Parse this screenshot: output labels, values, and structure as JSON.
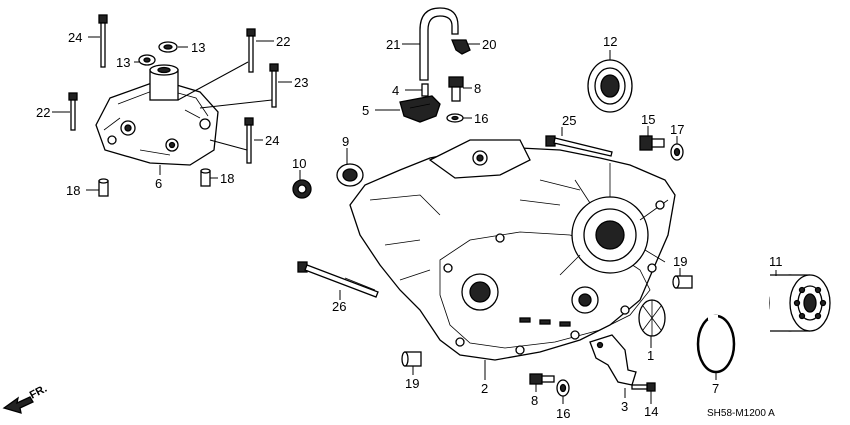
{
  "diagram": {
    "part_labels": [
      {
        "id": "p1",
        "text": "1"
      },
      {
        "id": "p2",
        "text": "2"
      },
      {
        "id": "p3",
        "text": "3"
      },
      {
        "id": "p4",
        "text": "4"
      },
      {
        "id": "p5",
        "text": "5"
      },
      {
        "id": "p6",
        "text": "6"
      },
      {
        "id": "p7",
        "text": "7"
      },
      {
        "id": "p8a",
        "text": "8"
      },
      {
        "id": "p8b",
        "text": "8"
      },
      {
        "id": "p9",
        "text": "9"
      },
      {
        "id": "p10",
        "text": "10"
      },
      {
        "id": "p11",
        "text": "11"
      },
      {
        "id": "p12",
        "text": "12"
      },
      {
        "id": "p13a",
        "text": "13"
      },
      {
        "id": "p13b",
        "text": "13"
      },
      {
        "id": "p14",
        "text": "14"
      },
      {
        "id": "p15",
        "text": "15"
      },
      {
        "id": "p16a",
        "text": "16"
      },
      {
        "id": "p16b",
        "text": "16"
      },
      {
        "id": "p17",
        "text": "17"
      },
      {
        "id": "p18a",
        "text": "18"
      },
      {
        "id": "p18b",
        "text": "18"
      },
      {
        "id": "p19a",
        "text": "19"
      },
      {
        "id": "p19b",
        "text": "19"
      },
      {
        "id": "p20",
        "text": "20"
      },
      {
        "id": "p21",
        "text": "21"
      },
      {
        "id": "p22a",
        "text": "22"
      },
      {
        "id": "p22b",
        "text": "22"
      },
      {
        "id": "p23",
        "text": "23"
      },
      {
        "id": "p24a",
        "text": "24"
      },
      {
        "id": "p24b",
        "text": "24"
      },
      {
        "id": "p25",
        "text": "25"
      },
      {
        "id": "p26",
        "text": "26"
      }
    ],
    "diagram_code": "SH58-M1200 A",
    "direction_label": "FR."
  }
}
